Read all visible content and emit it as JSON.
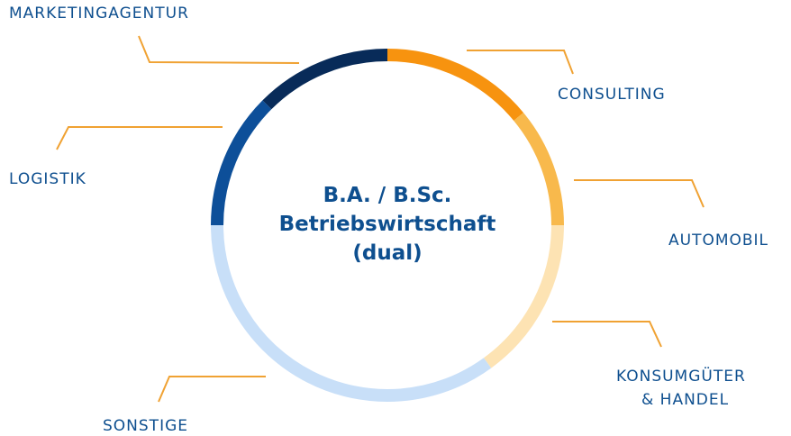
{
  "center": {
    "line1": "B.A. / B.Sc.",
    "line2": "Betriebswirtschaft",
    "line3": "(dual)"
  },
  "segments": [
    {
      "id": "consulting",
      "label": "CONSULTING",
      "color": "#f7930f",
      "share": 0.14
    },
    {
      "id": "automobil",
      "label": "AUTOMOBIL",
      "color": "#f8b94c",
      "share": 0.11
    },
    {
      "id": "konsumgueter",
      "label": "KONSUMGÜTER",
      "label2": "& HANDEL",
      "color": "#fde3b3",
      "share": 0.15
    },
    {
      "id": "sonstige",
      "label": "SONSTIGE",
      "color": "#c8dff8",
      "share": 0.35
    },
    {
      "id": "logistik",
      "label": "LOGISTIK",
      "color": "#0d4f99",
      "share": 0.125
    },
    {
      "id": "marketingagentur",
      "label": "MARKETINGAGENTUR",
      "color": "#082b59",
      "share": 0.125
    }
  ],
  "colors": {
    "leader_line": "#f0a233",
    "text": "#0e4f8f"
  }
}
